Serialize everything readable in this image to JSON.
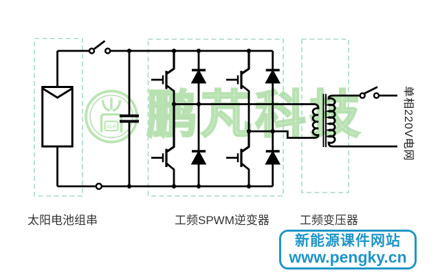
{
  "diagram": {
    "blocks": [
      {
        "id": "solar-array",
        "label": "太阳电池组串"
      },
      {
        "id": "spwm-inverter",
        "label": "工频SPWM逆变器"
      },
      {
        "id": "transformer",
        "label": "工频变压器"
      }
    ],
    "grid_label": "单相220V电网",
    "watermark": {
      "brand_text": "鹏芃科技",
      "logo_text": "CLP"
    },
    "badge": {
      "site_name": "新能源课件网站",
      "site_url": "www.pengky.cn"
    },
    "colors": {
      "wire": "#000000",
      "dashed_box": "#a5d8c3",
      "watermark_green": "#b9e3b0",
      "badge_blue": "#1f95c6",
      "label_text": "#333333"
    }
  }
}
